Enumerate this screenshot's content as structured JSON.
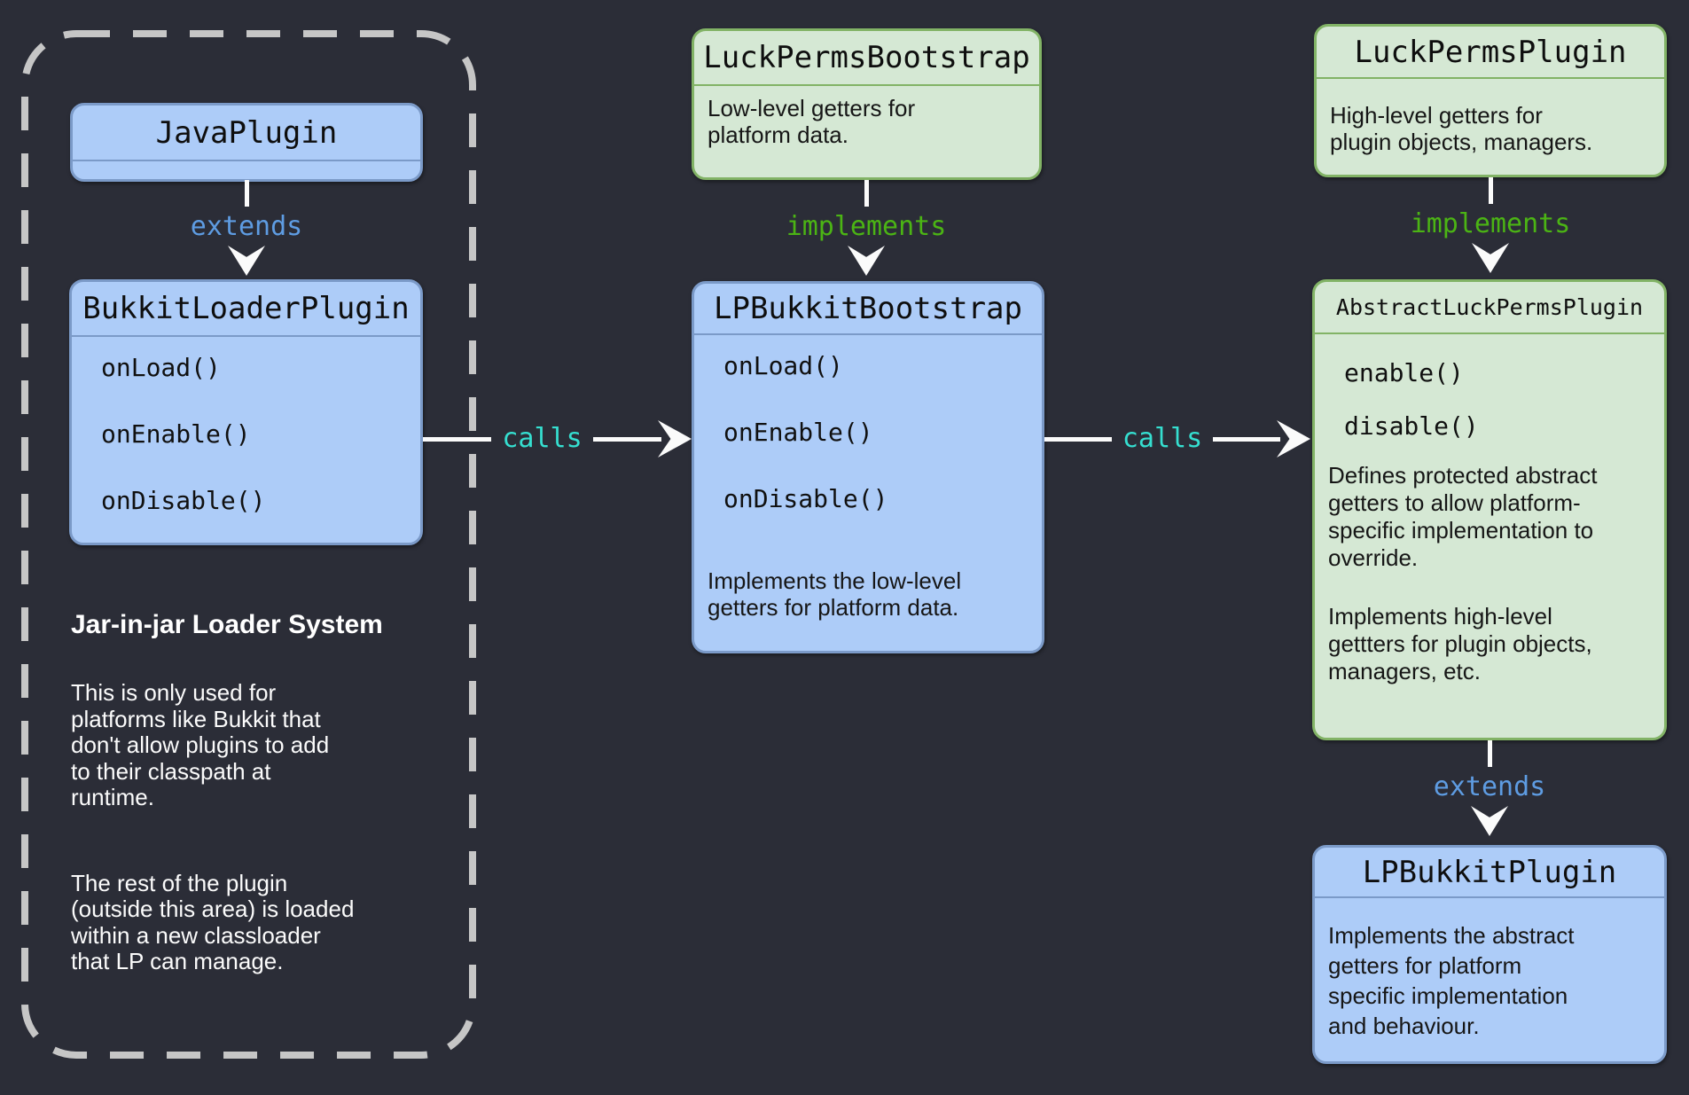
{
  "colors": {
    "background": "#2b2d37",
    "blue_node_fill": "#adccf8",
    "blue_node_border": "#7b9ac8",
    "green_node_fill": "#d5e8d4",
    "green_node_border": "#82b366",
    "extends_label": "#5e9ce2",
    "implements_label": "#4bb414",
    "calls_label": "#35dfd0",
    "group_dash_border": "#c6c6c6",
    "arrow": "#fbfbfb"
  },
  "group": {
    "heading": "Jar-in-jar Loader System",
    "paragraph1": [
      "This is only used for",
      "platforms like Bukkit that",
      "don't allow plugins to add",
      "to their classpath at",
      "runtime."
    ],
    "paragraph2": [
      "The rest of the plugin",
      "(outside this area) is loaded",
      "within a new classloader",
      "that LP can manage."
    ]
  },
  "nodes": {
    "java_plugin": {
      "title": "JavaPlugin"
    },
    "bukkit_loader_plugin": {
      "title": "BukkitLoaderPlugin",
      "methods": [
        "onLoad()",
        "onEnable()",
        "onDisable()"
      ]
    },
    "luckperms_bootstrap": {
      "title": "LuckPermsBootstrap",
      "description": [
        "Low-level getters for",
        "platform data."
      ]
    },
    "lp_bukkit_bootstrap": {
      "title": "LPBukkitBootstrap",
      "methods": [
        "onLoad()",
        "onEnable()",
        "onDisable()"
      ],
      "description": [
        "Implements the low-level",
        "getters for platform data."
      ]
    },
    "luckperms_plugin": {
      "title": "LuckPermsPlugin",
      "description": [
        "High-level getters for",
        "plugin objects, managers."
      ]
    },
    "abstract_luckperms_plugin": {
      "title": "AbstractLuckPermsPlugin",
      "methods": [
        "enable()",
        "disable()"
      ],
      "description1": [
        "Defines protected abstract",
        "getters to allow platform-",
        "specific implementation to",
        "override."
      ],
      "description2": [
        "Implements high-level",
        "gettters for plugin objects,",
        "managers, etc."
      ]
    },
    "lp_bukkit_plugin": {
      "title": "LPBukkitPlugin",
      "description": [
        "Implements the abstract",
        "getters for platform",
        "specific implementation",
        "and behaviour."
      ]
    }
  },
  "edges": {
    "extends1": "extends",
    "implements1": "implements",
    "implements2": "implements",
    "calls1": "calls",
    "calls2": "calls",
    "extends2": "extends"
  }
}
